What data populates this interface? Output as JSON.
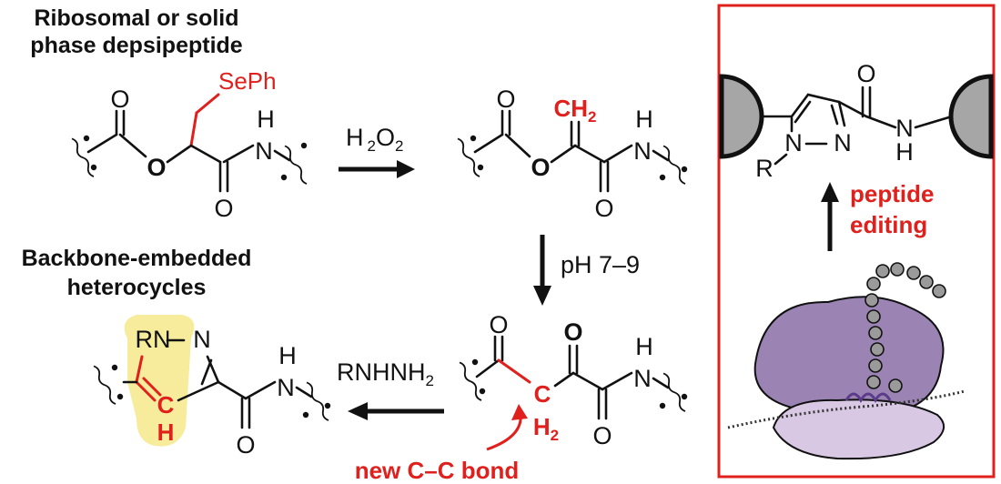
{
  "titles": {
    "start_line1": "Ribosomal or solid",
    "start_line2": "phase depsipeptide",
    "product_line1": "Backbone-embedded",
    "product_line2": "heterocycles"
  },
  "steps": {
    "oxidant_base": "H",
    "oxidant_sub": "2",
    "oxidant_o": "O",
    "oxidant_sub2": "2",
    "ph": "pH 7–9",
    "hydrazine": "RNHNH",
    "hydrazine_sub": "2"
  },
  "atoms": {
    "seph": "SePh",
    "o": "O",
    "h": "H",
    "n": "N",
    "ch2_base": "CH",
    "ch2_sub": "2",
    "c": "C",
    "h2_base": "H",
    "h2_sub": "2",
    "rn": "RN",
    "r": "R",
    "ch_c": "C",
    "ch_h": "H"
  },
  "annotations": {
    "new_bond": "new C–C bond",
    "peptide_editing_1": "peptide",
    "peptide_editing_2": "editing"
  },
  "colors": {
    "highlight_red": "#e0201c",
    "pyrazole_highlight": "#f6ec9b",
    "ribosome_large": "#9b84b4",
    "ribosome_small": "#d9c8e4",
    "resin_bead": "#a6a6a6",
    "box_border": "#e0201c"
  },
  "icons": {
    "wavy": "wavy-bond-icon",
    "ribosome": "ribosome-illustration",
    "bead": "resin-bead-icon"
  }
}
